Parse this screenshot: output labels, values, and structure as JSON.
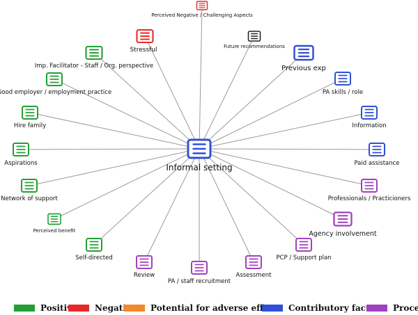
{
  "colors": {
    "positive": "#22a033",
    "negative": "#e62a2a",
    "adverse": "#f4892c",
    "contributory": "#2f4fd6",
    "process": "#a23fbf",
    "other": "#222222",
    "line": "#9a9a9a"
  },
  "center": {
    "label": "Informal setting",
    "icon": "list-icon"
  },
  "nodes": [
    {
      "label": "Perceived Negative / Challenging Aspects",
      "category": "negative"
    },
    {
      "label": "Stressful",
      "category": "negative"
    },
    {
      "label": "Future recommendations",
      "category": "other"
    },
    {
      "label": "Imp. Facilitator - Staff / Org. perspective",
      "category": "positive"
    },
    {
      "label": "Previous exp",
      "category": "contributory"
    },
    {
      "label": "Good employer / employment practice",
      "category": "positive"
    },
    {
      "label": "PA skills / role",
      "category": "contributory"
    },
    {
      "label": "Hire family",
      "category": "positive"
    },
    {
      "label": "Information",
      "category": "contributory"
    },
    {
      "label": "Aspirations",
      "category": "positive"
    },
    {
      "label": "Paid assistance",
      "category": "contributory"
    },
    {
      "label": "Network of support",
      "category": "positive"
    },
    {
      "label": "Professionals / Practicioners",
      "category": "process"
    },
    {
      "label": "Perceived benefit",
      "category": "positive"
    },
    {
      "label": "Agency involvement",
      "category": "process"
    },
    {
      "label": "Self-directed",
      "category": "positive"
    },
    {
      "label": "PCP / Support plan",
      "category": "process"
    },
    {
      "label": "Review",
      "category": "process"
    },
    {
      "label": "PA / staff recruitment",
      "category": "process"
    },
    {
      "label": "Assessment",
      "category": "process"
    }
  ],
  "legend": [
    {
      "label": "Positive",
      "category": "positive"
    },
    {
      "label": "Negative",
      "category": "negative"
    },
    {
      "label": "Potential for adverse effects",
      "category": "adverse"
    },
    {
      "label": "Contributory factors",
      "category": "contributory"
    },
    {
      "label": "Process",
      "category": "process"
    }
  ]
}
